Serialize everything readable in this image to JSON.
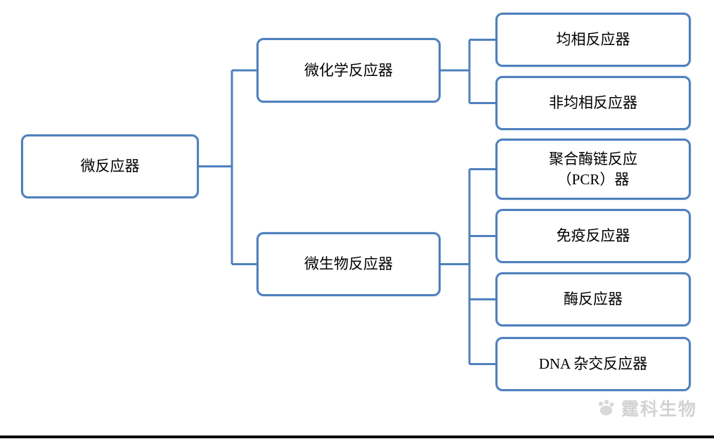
{
  "diagram": {
    "root": {
      "label": "微反应器"
    },
    "branches": [
      {
        "label": "微化学反应器",
        "children": [
          {
            "label": "均相反应器"
          },
          {
            "label": "非均相反应器"
          }
        ]
      },
      {
        "label": "微生物反应器",
        "children": [
          {
            "label": "聚合酶链反应",
            "label2": "（PCR）器"
          },
          {
            "label": "免疫反应器"
          },
          {
            "label": "酶反应器"
          },
          {
            "label": "DNA 杂交反应器"
          }
        ]
      }
    ]
  },
  "watermark": {
    "text": "霆科生物"
  },
  "colors": {
    "box_border": "#4f81bd",
    "connector": "#4f81bd",
    "text": "#000000",
    "watermark": "#d2d2d2",
    "footer_bar": "#0a0a0a"
  }
}
